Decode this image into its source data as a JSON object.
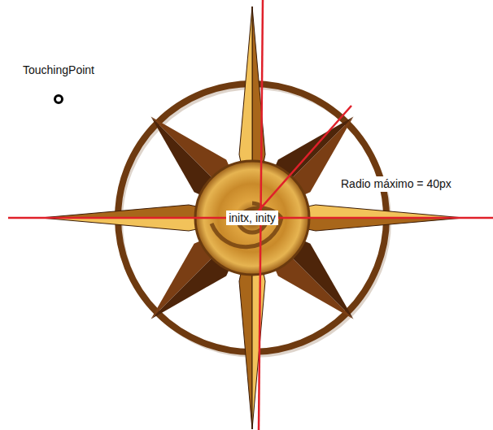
{
  "diagram": {
    "labels": [
      "TouchingPoint",
      "Radio máximo = 40px",
      "initx, inity"
    ]
  }
}
